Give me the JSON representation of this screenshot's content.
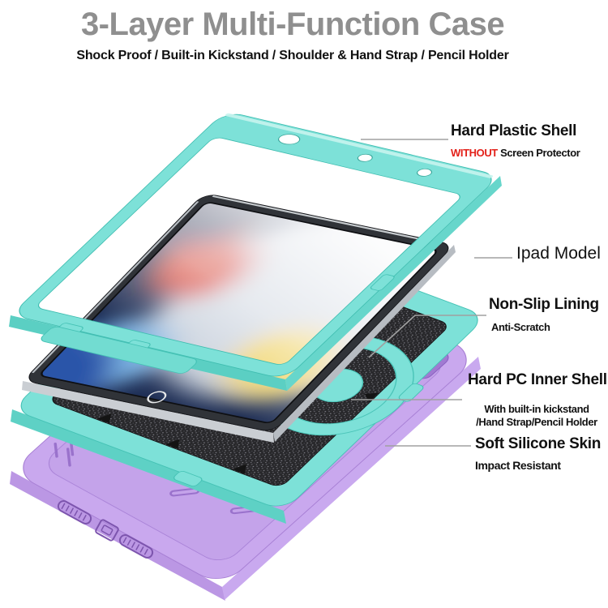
{
  "header": {
    "title": "3-Layer Multi-Function Case",
    "subtitle": "Shock Proof / Built-in Kickstand / Shoulder & Hand Strap / Pencil Holder"
  },
  "annotations": {
    "hard_plastic_shell": {
      "label": "Hard Plastic Shell",
      "note_highlight": "WITHOUT",
      "note": "Screen Protector"
    },
    "ipad_model": {
      "label": "Ipad Model"
    },
    "non_slip_lining": {
      "label": "Non-Slip Lining",
      "note": "Anti-Scratch"
    },
    "hard_pc_inner_shell": {
      "label": "Hard PC Inner Shell",
      "note_line1": "With built-in kickstand",
      "note_line2": "/Hand Strap/Pencil Holder"
    },
    "soft_silicone_skin": {
      "label": "Soft Silicone Skin",
      "note": "Impact Resistant"
    }
  },
  "colors": {
    "teal": "#7de1d8",
    "teal_dark": "#3fbdb0",
    "teal_light": "#c6f4ee",
    "purple": "#c9a8ee",
    "purple_dark": "#9a72cc",
    "red_accent": "#e3211a",
    "title_gray": "#8f8f8f",
    "text_black": "#111111",
    "leader_gray": "#a0a0a0",
    "foam_black": "#28282b"
  }
}
